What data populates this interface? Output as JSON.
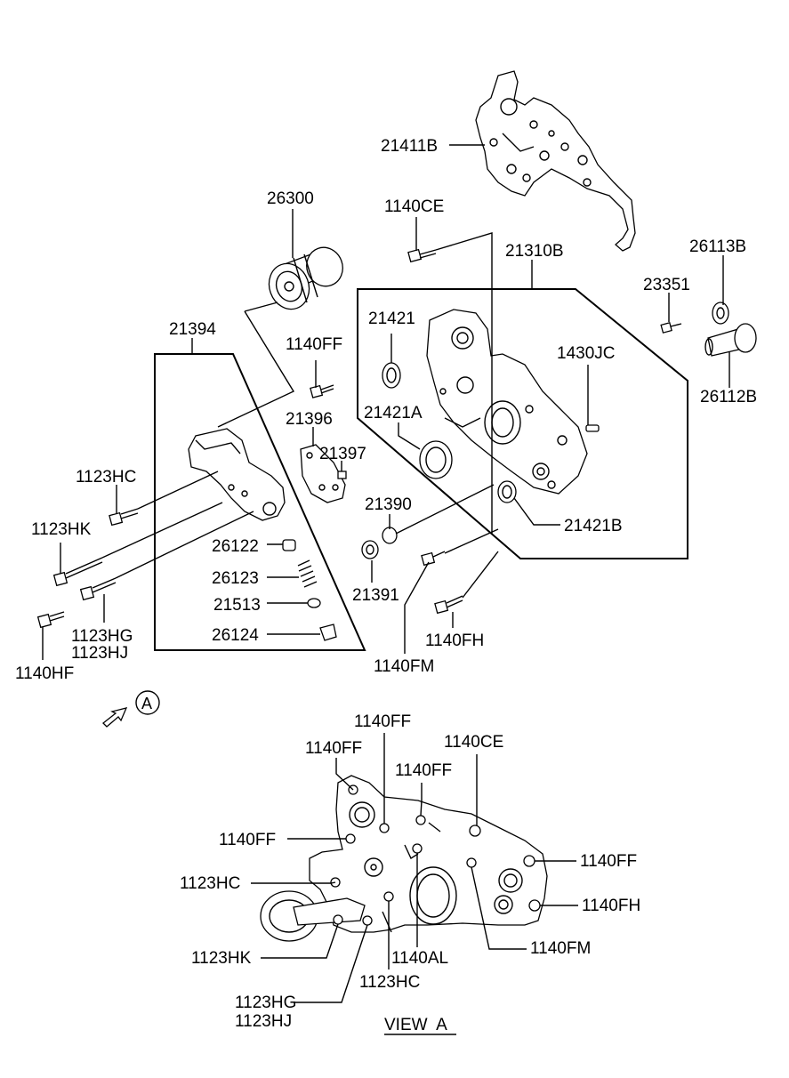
{
  "parts": {
    "p21411B": "21411B",
    "p1140CE": "1140CE",
    "p21310B": "21310B",
    "p26113B": "26113B",
    "p26300": "26300",
    "p23351": "23351",
    "p21421": "21421",
    "p21394": "21394",
    "p1140FF": "1140FF",
    "p1430JC": "1430JC",
    "p26112B": "26112B",
    "p21396": "21396",
    "p21421A": "21421A",
    "p21397": "21397",
    "p1123HC": "1123HC",
    "p21390": "21390",
    "p21421B": "21421B",
    "p1123HK": "1123HK",
    "p26122": "26122",
    "p26123": "26123",
    "p21513": "21513",
    "p21391": "21391",
    "p26124": "26124",
    "p1123HG": "1123HG",
    "p1123HJ": "1123HJ",
    "p1140FH": "1140FH",
    "p1140HF": "1140HF",
    "p1140FM": "1140FM"
  },
  "view_a": {
    "marker": "A",
    "title": "VIEW  A",
    "l_1140FF_top": "1140FF",
    "l_1140FF_left": "1140FF",
    "l_1140CE": "1140CE",
    "l_1140FF_mid": "1140FF",
    "l_1140FF_side": "1140FF",
    "l_1140FF_right": "1140FF",
    "l_1123HC_left": "1123HC",
    "l_1140FH": "1140FH",
    "l_1140FM": "1140FM",
    "l_1123HK": "1123HK",
    "l_1140AL": "1140AL",
    "l_1123HC_bottom": "1123HC",
    "l_1123HG": "1123HG",
    "l_1123HJ": "1123HJ"
  }
}
